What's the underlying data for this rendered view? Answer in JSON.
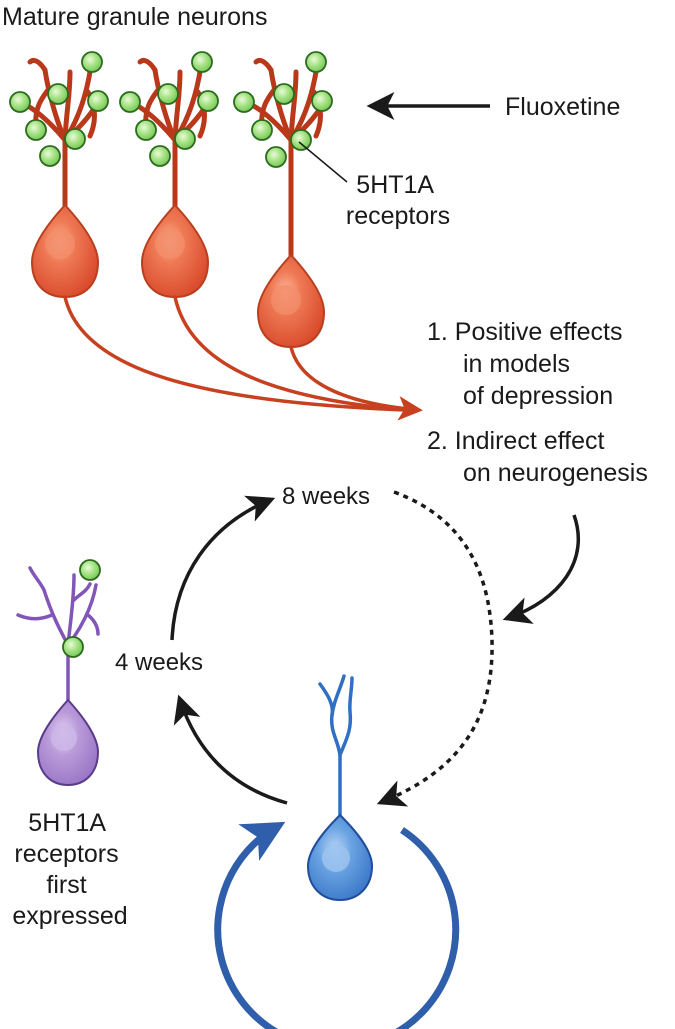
{
  "title": "Mature granule neurons",
  "drug": "Fluoxetine",
  "receptor_label": [
    "5HT1A",
    "receptors"
  ],
  "effects": [
    [
      "1. Positive effects",
      "in models",
      "of depression"
    ],
    [
      "2. Indirect effect",
      "on neurogenesis"
    ]
  ],
  "timeline": {
    "early": "4 weeks",
    "late": "8 weeks"
  },
  "immature_label": [
    "5HT1A",
    "receptors",
    "first",
    "expressed"
  ],
  "colors": {
    "mature_body": "#e3573a",
    "mature_stroke": "#b8401f",
    "dendrite": "#b9381a",
    "receptor_fill": "#8fd672",
    "receptor_stroke": "#2b6b1e",
    "immature_body": "#a986d1",
    "immature_stroke": "#5a3d8a",
    "progenitor_body": "#4f8fd8",
    "progenitor_stroke": "#1f4e9c",
    "cycle_arrow": "#2f5fab",
    "ink": "#1a1a1a"
  }
}
